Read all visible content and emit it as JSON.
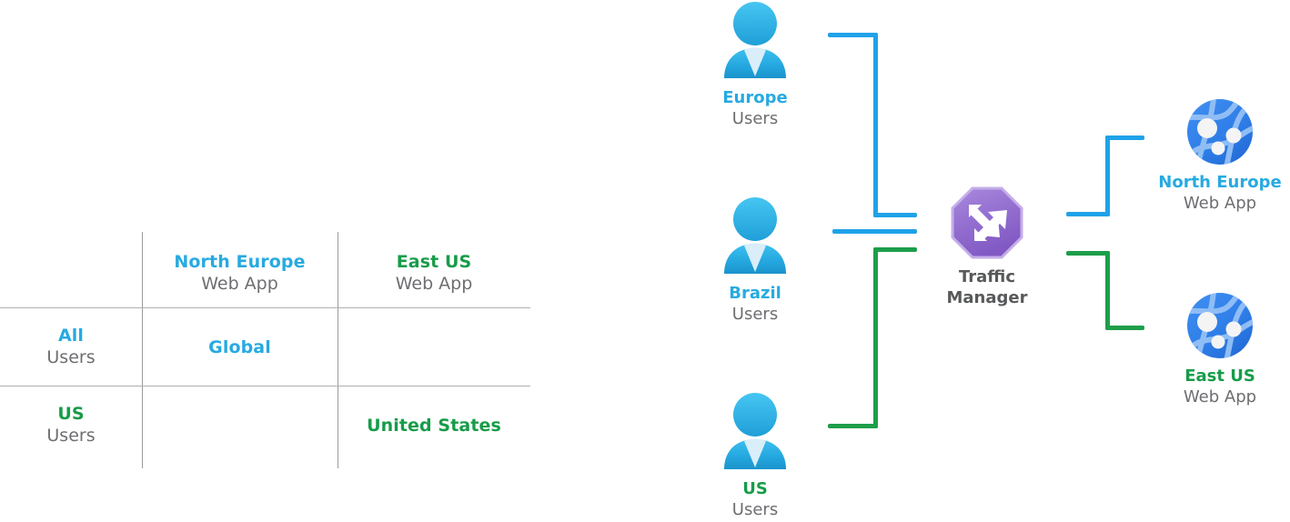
{
  "matrix": {
    "name": "traffic-routing-matrix",
    "column_headers": [
      {
        "title": "North Europe",
        "subtitle": "Web App",
        "color": "#27aae1"
      },
      {
        "title": "East US",
        "subtitle": "Web App",
        "color": "#179c49"
      }
    ],
    "row_headers": [
      {
        "title": "All",
        "subtitle": "Users",
        "color": "#27aae1"
      },
      {
        "title": "US",
        "subtitle": "Users",
        "color": "#179c49"
      }
    ],
    "cells": {
      "all_north_europe": "Global",
      "all_east_us": "",
      "us_north_europe": "",
      "us_east_us": "United States"
    }
  },
  "diagram": {
    "name": "traffic-manager-topology",
    "users": [
      {
        "label": "Europe",
        "sublabel": "Users",
        "color": "#27aae1",
        "icon": "user-icon"
      },
      {
        "label": "Brazil",
        "sublabel": "Users",
        "color": "#27aae1",
        "icon": "user-icon"
      },
      {
        "label": "US",
        "sublabel": "Users",
        "color": "#179c49",
        "icon": "user-icon"
      }
    ],
    "hub": {
      "label_line1": "Traffic",
      "label_line2": "Manager",
      "color": "#58595b",
      "icon": "traffic-manager-icon"
    },
    "endpoints": [
      {
        "label": "North Europe",
        "sublabel": "Web App",
        "color": "#27aae1",
        "icon": "web-app-globe-icon"
      },
      {
        "label": "East US",
        "sublabel": "Web App",
        "color": "#179c49",
        "icon": "web-app-globe-icon"
      }
    ],
    "connector_colors": {
      "blue": "#1fa2e8",
      "green": "#1e9e4a"
    }
  }
}
